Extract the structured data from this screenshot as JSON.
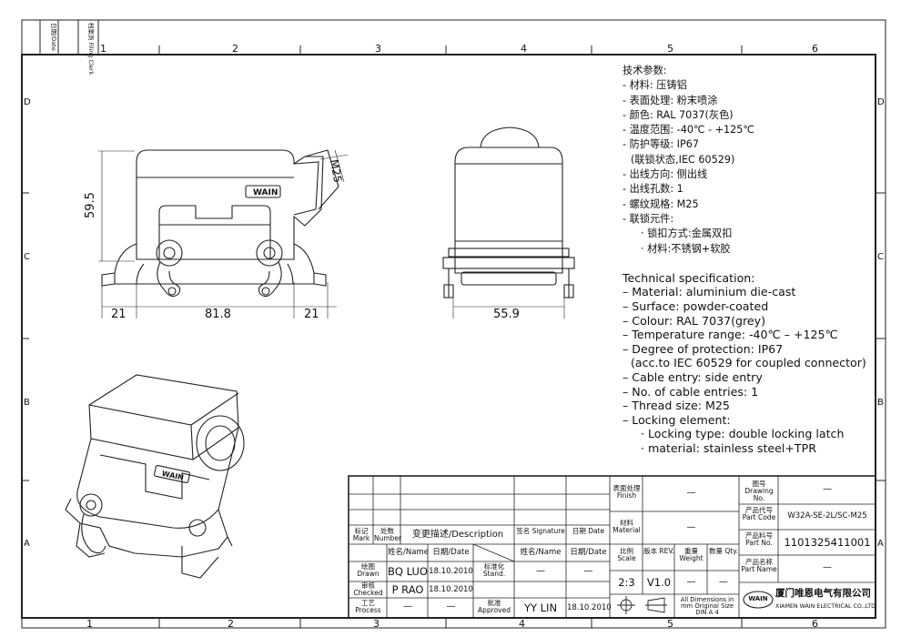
{
  "border_labels": {
    "top_cols": [
      "1",
      "2",
      "3",
      "4",
      "5",
      "6"
    ],
    "bottom_cols": [
      "1",
      "2",
      "3",
      "4",
      "5",
      "6"
    ],
    "rows": [
      "D",
      "C",
      "B",
      "A"
    ],
    "date_tab": "日期/Date",
    "filing_tab": "档案员 Filing Clerk"
  },
  "dimensions": {
    "height": "59.5",
    "thread": "M25",
    "left": "21",
    "center": "81.8",
    "right": "21",
    "width_side": "55.9"
  },
  "brand_mark": "WAIN",
  "spec_zh": [
    "技术参数:",
    "- 材料: 压铸铝",
    "- 表面处理: 粉末喷涂",
    "- 颜色: RAL 7037(灰色)",
    "- 温度范围: -40℃ - +125℃",
    "- 防护等级: IP67",
    "(联锁状态,IEC 60529)",
    "- 出线方向: 侧出线",
    "- 出线孔数: 1",
    "- 螺纹规格: M25",
    "- 联锁元件:",
    "· 锁扣方式:金属双扣",
    "· 材料:不锈钢+软胶"
  ],
  "spec_en": [
    "Technical specification:",
    "– Material: aluminium die-cast",
    "– Surface: powder-coated",
    "– Colour: RAL 7037(grey)",
    "– Temperature range: -40℃ – +125℃",
    "– Degree of protection: IP67",
    "(acc.to IEC 60529 for coupled connector)",
    "– Cable entry: side entry",
    "– No. of cable entries: 1",
    "– Thread size: M25",
    "– Locking element:",
    "· Locking type: double locking latch",
    "· material: stainless steel+TPR"
  ],
  "title_block": {
    "mark": "标记 Mark",
    "number": "处数 Number",
    "description": "变更描述/Description",
    "signature": "签名 Signature",
    "date": "日期 Date",
    "name_hdr": "姓名/Name",
    "date_hdr": "日期/Date",
    "drawn_label": "绘图 Drawn",
    "drawn_name": "BQ LUO",
    "drawn_date": "18.10.2010",
    "stand_label": "标准化 Stand.",
    "stand_name": "—",
    "stand_date": "—",
    "checked_label": "审核 Checked",
    "checked_name": "P RAO",
    "checked_date": "18.10.2010",
    "process_label": "工艺 Process",
    "process_name": "—",
    "process_date": "—",
    "approved_label": "批准 Approved",
    "approved_name": "YY LIN",
    "approved_date": "18.10.2010",
    "finish_label": "表面处理 Finish",
    "finish_value": "—",
    "material_label": "材料 Material",
    "material_value": "—",
    "scale_label": "比例 Scale",
    "scale_value": "2:3",
    "rev_label": "版本 REV.",
    "rev_value": "V1.0",
    "weight_label": "重量 Weight",
    "weight_value": "—",
    "qty_label": "数量 Qty.",
    "qty_value": "—",
    "drawing_no_label": "图号 Drawing No.",
    "drawing_no_value": "—",
    "part_code_label": "产品代号 Part Code",
    "part_code_value": "W32A-SE-2L/SC-M25",
    "part_no_label": "产品料号 Part No.",
    "part_no_value": "1101325411001",
    "part_name_label": "产品名称 Part Name",
    "part_name_value": "—",
    "dims_note": "All Dimensions in mm Original Size DIN A 4",
    "company_zh": "厦门唯恩电气有限公司",
    "company_en": "XIAMEN WAIN ELECTRICAL CO.,LTD",
    "logo": "WAIN"
  }
}
